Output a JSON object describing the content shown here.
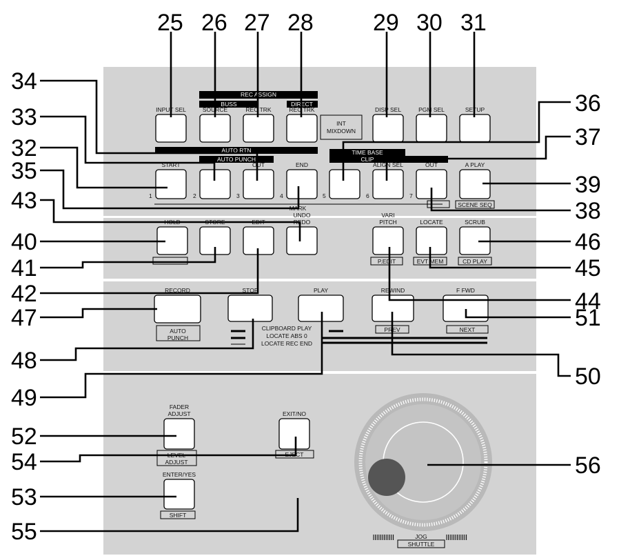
{
  "colors": {
    "panel": "#d3d3d3",
    "button": "#ffffff",
    "ink": "#000000"
  },
  "callouts": [
    "25",
    "26",
    "27",
    "28",
    "29",
    "30",
    "31",
    "34",
    "36",
    "33",
    "37",
    "32",
    "35",
    "39",
    "43",
    "38",
    "40",
    "46",
    "41",
    "45",
    "42",
    "44",
    "47",
    "51",
    "48",
    "50",
    "49",
    "52",
    "54",
    "56",
    "53",
    "55"
  ],
  "buttons": [
    "INPUT SEL",
    "SOURCE",
    "REC TRK",
    "REC TRK",
    "DISP SEL",
    "PGM SEL",
    "SETUP",
    "START",
    "",
    "OUT",
    "END",
    "",
    "ALIGN SEL",
    "OUT",
    "A PLAY",
    "HOLD",
    "STORE",
    "EDIT",
    "UNDO REDO",
    "VARI PITCH",
    "LOCATE",
    "SCRUB",
    "RECORD",
    "STOP",
    "PLAY",
    "REWIND",
    "F FWD",
    "FADER ADJUST",
    "EXIT/NO",
    "ENTER/YES"
  ],
  "bars": [
    "REC ASSIGN",
    "BUSS",
    "DIRECT",
    "AUTO RTN",
    "AUTO PUNCH",
    "TIME BASE",
    "CLIP"
  ],
  "texts": {
    "int_mixdown": "INT MIXDOWN",
    "mark": "MARK",
    "scene_seq": "SCENE SEQ",
    "pedit": "P.EDIT",
    "evt_mem": "EVT MEM",
    "cd_play": "CD PLAY",
    "auto_punch": "AUTO PUNCH",
    "clipboard_play": "CLIPBOARD PLAY",
    "locate_abs": "LOCATE ABS 0",
    "locate_rec_end": "LOCATE REC END",
    "prev": "PREV",
    "next": "NEXT",
    "level_adjust": "LEVEL ADJUST",
    "eject": "EJECT",
    "shift": "SHIFT",
    "jog": "JOG",
    "shuttle": "SHUTTLE",
    "digits": [
      "1",
      "2",
      "3",
      "4",
      "5",
      "6",
      "7"
    ]
  }
}
